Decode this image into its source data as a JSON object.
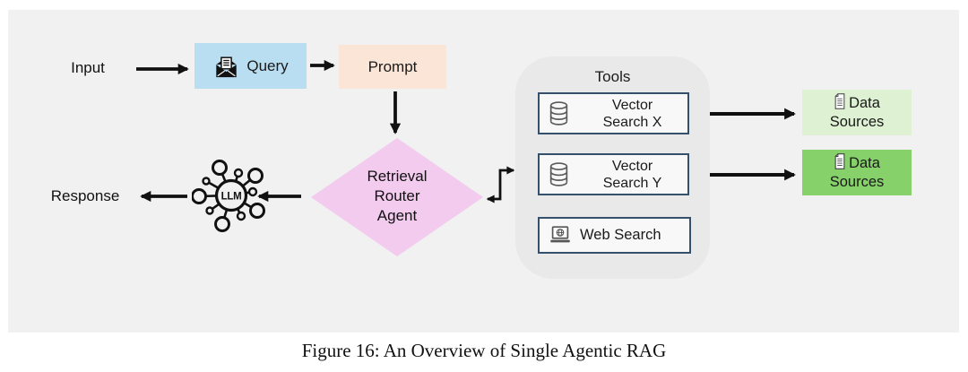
{
  "caption": "Figure 16: An Overview of Single Agentic RAG",
  "nodes": {
    "input": {
      "label": "Input"
    },
    "query": {
      "label": "Query",
      "bg": "#b9ddf1",
      "icon": "open-envelope-icon"
    },
    "prompt": {
      "label": "Prompt",
      "bg": "#fbe5d6"
    },
    "router": {
      "label": "Retrieval Router Agent",
      "bg": "#f2cbee",
      "shape": "diamond"
    },
    "llm": {
      "label": "LLM",
      "icon": "llm-network-icon"
    },
    "response": {
      "label": "Response"
    },
    "tools": {
      "label": "Tools",
      "bg": "#e9e9e9"
    },
    "vector_search_x": {
      "label": "Vector Search X",
      "icon": "database-icon",
      "border": "#35506d"
    },
    "vector_search_y": {
      "label": "Vector Search Y",
      "icon": "database-icon",
      "border": "#35506d"
    },
    "web_search": {
      "label": "Web Search",
      "icon": "laptop-globe-icon",
      "border": "#35506d"
    },
    "data_sources_1": {
      "label": "Data Sources",
      "bg": "#def2d3",
      "icon": "document-icon"
    },
    "data_sources_2": {
      "label": "Data Sources",
      "bg": "#86d169",
      "icon": "document-icon"
    }
  },
  "colors": {
    "panel_bg": "#f1f1f1",
    "arrow": "#111111",
    "tool_box_fill": "#f8f8f8",
    "tool_box_border": "#35506d"
  }
}
